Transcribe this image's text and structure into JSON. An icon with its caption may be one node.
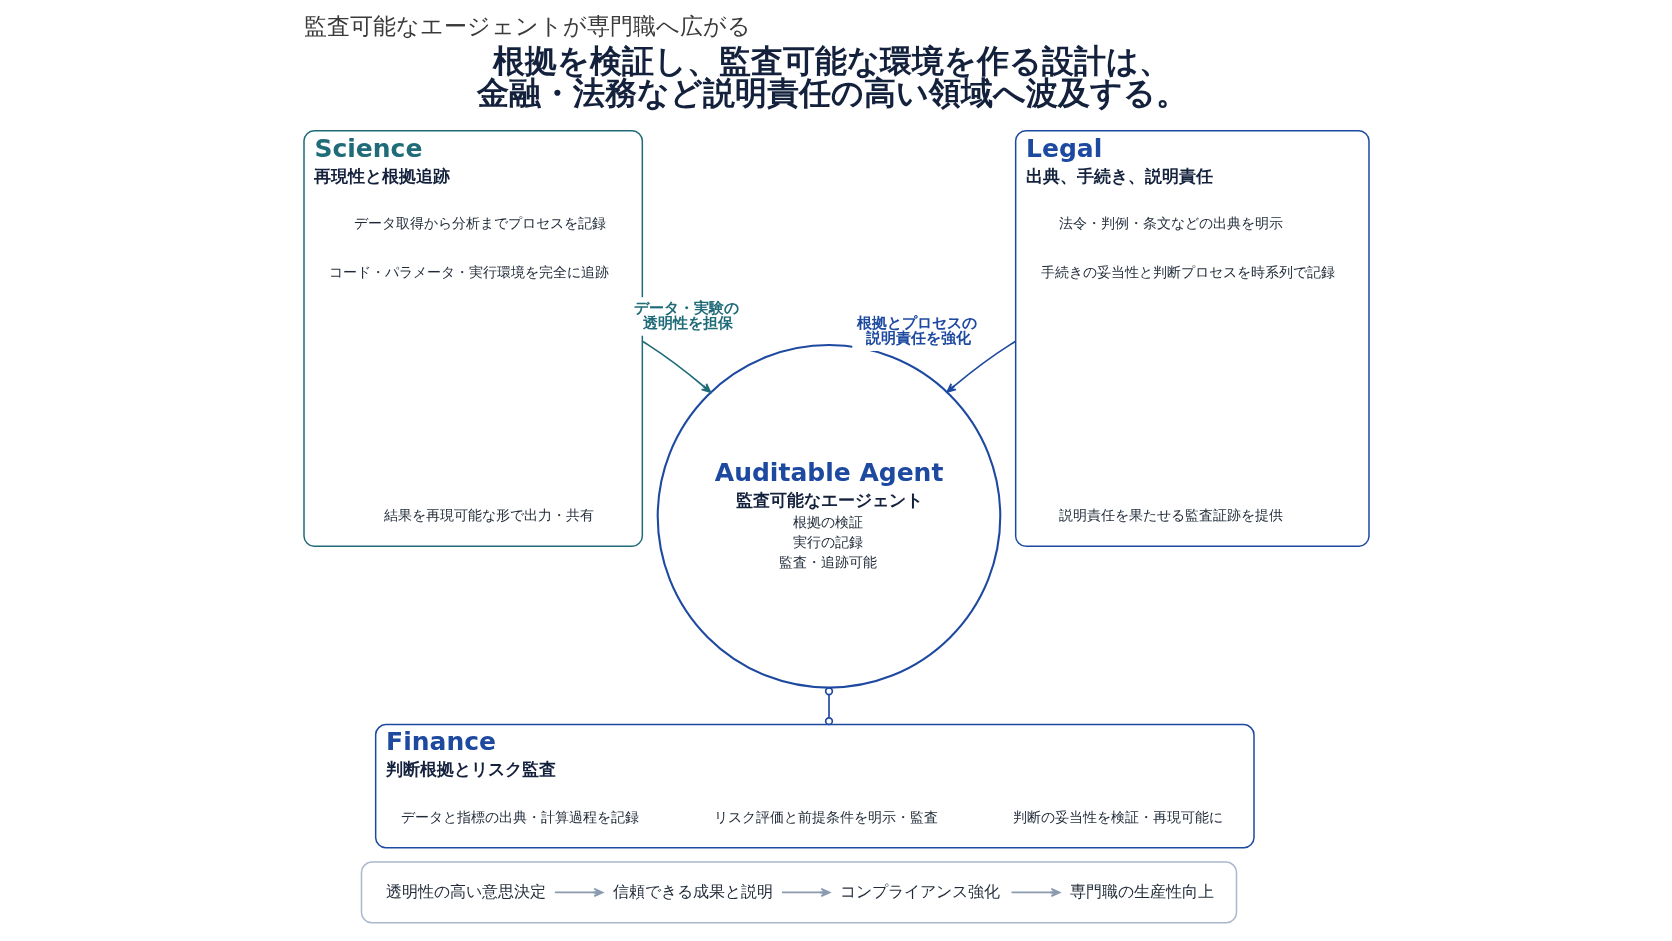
{
  "diagram": {
    "title": "監査可能なエージェントが専門職へ広がる",
    "nodes": [
      {
        "text": [
          "Science",
          "再現性と根拠追跡"
        ]
      },
      {
        "text": [
          "データ取得から分析までプロセスを記録"
        ],
        "in": 0
      },
      {
        "text": [
          "コード・パラメータ・実行環境を完全に追跡"
        ],
        "in": 0
      },
      {
        "text": [
          "結果を再現可能な形で出力・共有"
        ],
        "in": 0
      },
      {
        "text": [
          "Auditable Agent",
          "監査可能なエージェント",
          "根拠の検証",
          "実行の記録",
          "監査・追跡可能"
        ]
      },
      {
        "text": [
          "Legal",
          "出典、手続き、説明責任"
        ]
      },
      {
        "text": [
          "法令・判例・条文などの出典を明示"
        ],
        "in": 5
      },
      {
        "text": [
          "手続きの妥当性と判断プロセスを時系列で記録"
        ],
        "in": 5
      },
      {
        "text": [
          "説明責任を果たせる監査証跡を提供"
        ],
        "in": 5
      },
      {
        "text": [
          "Finance",
          "判断根拠とリスク監査"
        ]
      },
      {
        "text": [
          "データと指標の出典・計算過程を記録"
        ],
        "in": 9
      },
      {
        "text": [
          "リスク評価と前提条件を明示・監査"
        ],
        "in": 9
      },
      {
        "text": [
          "判断の妥当性を検証・再現可能に"
        ],
        "in": 9
      },
      {
        "text": [],
        "shape": "box"
      },
      {
        "text": [
          "透明性の高い意思決定"
        ],
        "in": 13
      },
      {
        "text": [
          "信頼できる成果と説明"
        ],
        "in": 13
      },
      {
        "text": [
          "コンプライアンス強化"
        ],
        "in": 13
      },
      {
        "text": [
          "専門職の生産性向上"
        ],
        "in": 13
      }
    ],
    "edges": [
      {
        "from": 0,
        "to": 4,
        "arrow": "to",
        "label": "データ・実験の透明性を担保",
        "color": "#1f6b78"
      },
      {
        "from": 5,
        "to": 4,
        "arrow": "to",
        "label": "根拠とプロセスの説明責任を強化",
        "color": "#1d49a0"
      },
      {
        "from": 4,
        "to": 9,
        "arrow": "other",
        "color": "#1d49a0"
      },
      {
        "from": 14,
        "to": 15,
        "arrow": "to"
      },
      {
        "from": 15,
        "to": 16,
        "arrow": "to"
      },
      {
        "from": 16,
        "to": 17,
        "arrow": "to"
      }
    ],
    "labels": [
      "根拠を検証し、監査可能な環境を作る設計は、金融・法務など説明責任の高い領域へ波及する。"
    ]
  }
}
